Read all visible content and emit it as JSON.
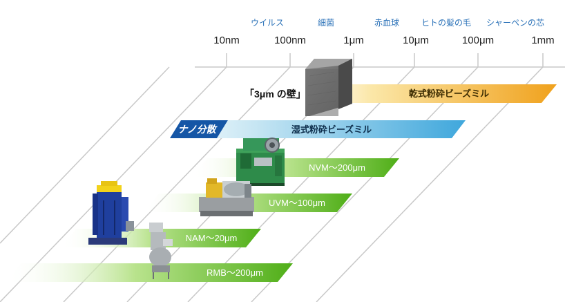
{
  "references": [
    {
      "label": "ウイルス"
    },
    {
      "label": "細菌"
    },
    {
      "label": "赤血球"
    },
    {
      "label": "ヒトの髪の毛"
    },
    {
      "label": "シャーペンの芯"
    }
  ],
  "scale_labels": [
    "10nm",
    "100nm",
    "1μm",
    "10μm",
    "100μm",
    "1mm"
  ],
  "wall_label": "「3μm の壁」",
  "bands": {
    "dry": {
      "label": "乾式粉砕ビーズミル",
      "color_start": "#fbe7a8",
      "color_end": "#f0a11c"
    },
    "nano": {
      "label": "ナノ分散",
      "color": "#1556a6"
    },
    "wet": {
      "label": "湿式粉砕ビーズミル",
      "color_start": "#c7e6f3",
      "color_end": "#3fa7dc"
    }
  },
  "products": [
    {
      "label": "NVM～200μm",
      "size_range": [
        "10nm",
        "200μm"
      ]
    },
    {
      "label": "UVM～100μm",
      "size_range": [
        "10nm",
        "100μm"
      ]
    },
    {
      "label": "NAM～20μm",
      "size_range": [
        "10nm",
        "20μm"
      ]
    },
    {
      "label": "RMB～200μm",
      "size_range": [
        "10nm",
        "200μm"
      ]
    }
  ],
  "colors": {
    "product_bar": "#58b51f",
    "reference_text": "#2b72b8",
    "grid": "#c8c8c8"
  },
  "icons": [
    "nvm-machine-icon",
    "uvm-machine-icon",
    "nam-machine-icon",
    "rmb-machine-icon",
    "wall-block-icon"
  ]
}
